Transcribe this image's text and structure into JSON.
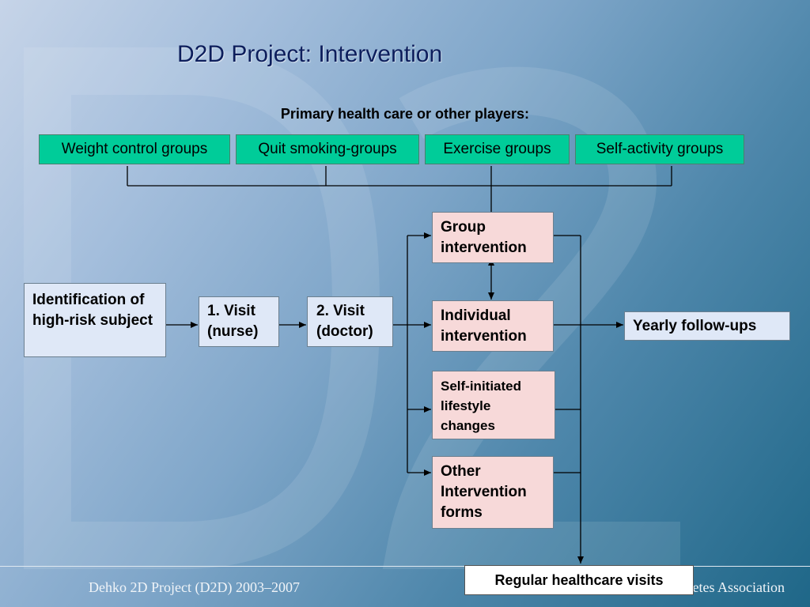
{
  "title": "D2D Project: Intervention",
  "subtitle": "Primary health care or other players:",
  "top_groups": [
    "Weight control groups",
    "Quit smoking-groups",
    "Exercise groups",
    "Self-activity groups"
  ],
  "flow": {
    "identification": "Identification of high-risk subject",
    "visit1": "1. Visit (nurse)",
    "visit2": "2. Visit (doctor)"
  },
  "interventions": {
    "group": "Group intervention",
    "individual": "Individual intervention",
    "self_initiated": "Self-initiated lifestyle changes",
    "other": "Other Intervention forms"
  },
  "yearly": "Yearly follow-ups",
  "regular": "Regular healthcare visits",
  "footer": {
    "left": "Dehko 2D Project (D2D) 2003–2007",
    "right": "Finnish Diabetes Association"
  },
  "colors": {
    "title": "#0d1e5c",
    "green_box": "#00cc99",
    "blue_box": "#dfe8f7",
    "pink_box": "#f7d9d9",
    "line": "#000000"
  }
}
